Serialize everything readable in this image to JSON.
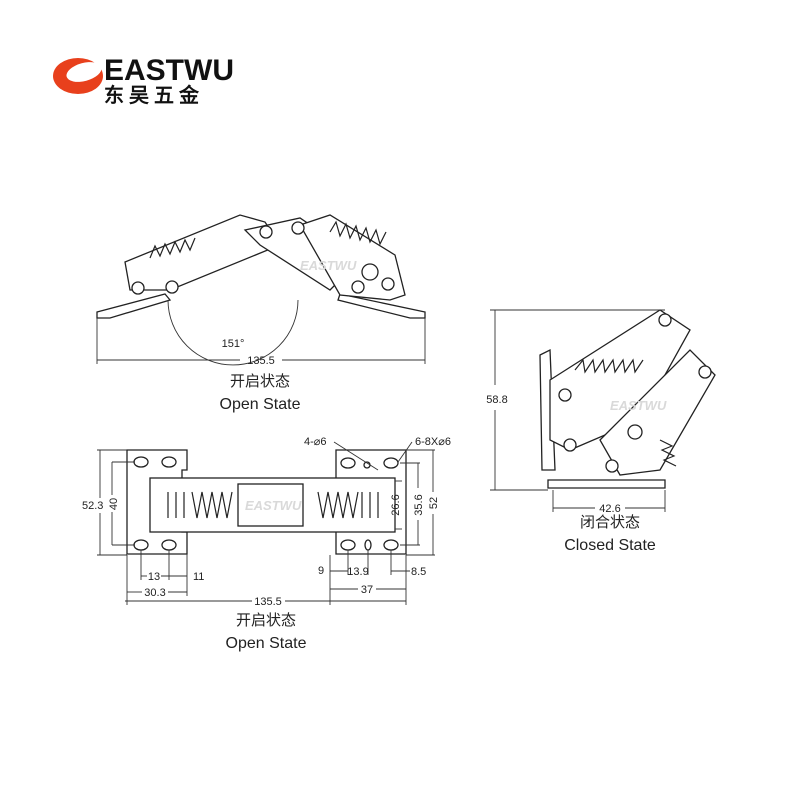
{
  "logo": {
    "brand": "EASTWU",
    "brand_cn": "东吴五金",
    "color": "#e8401c"
  },
  "watermark": "EASTWU",
  "open_side": {
    "angle": "151°",
    "width": "135.5",
    "label_cn": "开启状态",
    "label_en": "Open State"
  },
  "closed_side": {
    "height": "58.8",
    "width": "42.6",
    "label_cn": "闭合状态",
    "label_en": "Closed State"
  },
  "open_top": {
    "hole_small": "4-⌀6",
    "hole_slot": "6-8X⌀6",
    "dims": {
      "left_outer": "52.3",
      "left_inner": "40",
      "right_26": "26.6",
      "right_35": "35.6",
      "right_52": "52",
      "d13": "13",
      "d11": "11",
      "d30": "30.3",
      "d9": "9",
      "d13_9": "13.9",
      "d8_5": "8.5",
      "d37": "37",
      "total": "135.5"
    },
    "label_cn": "开启状态",
    "label_en": "Open State"
  }
}
